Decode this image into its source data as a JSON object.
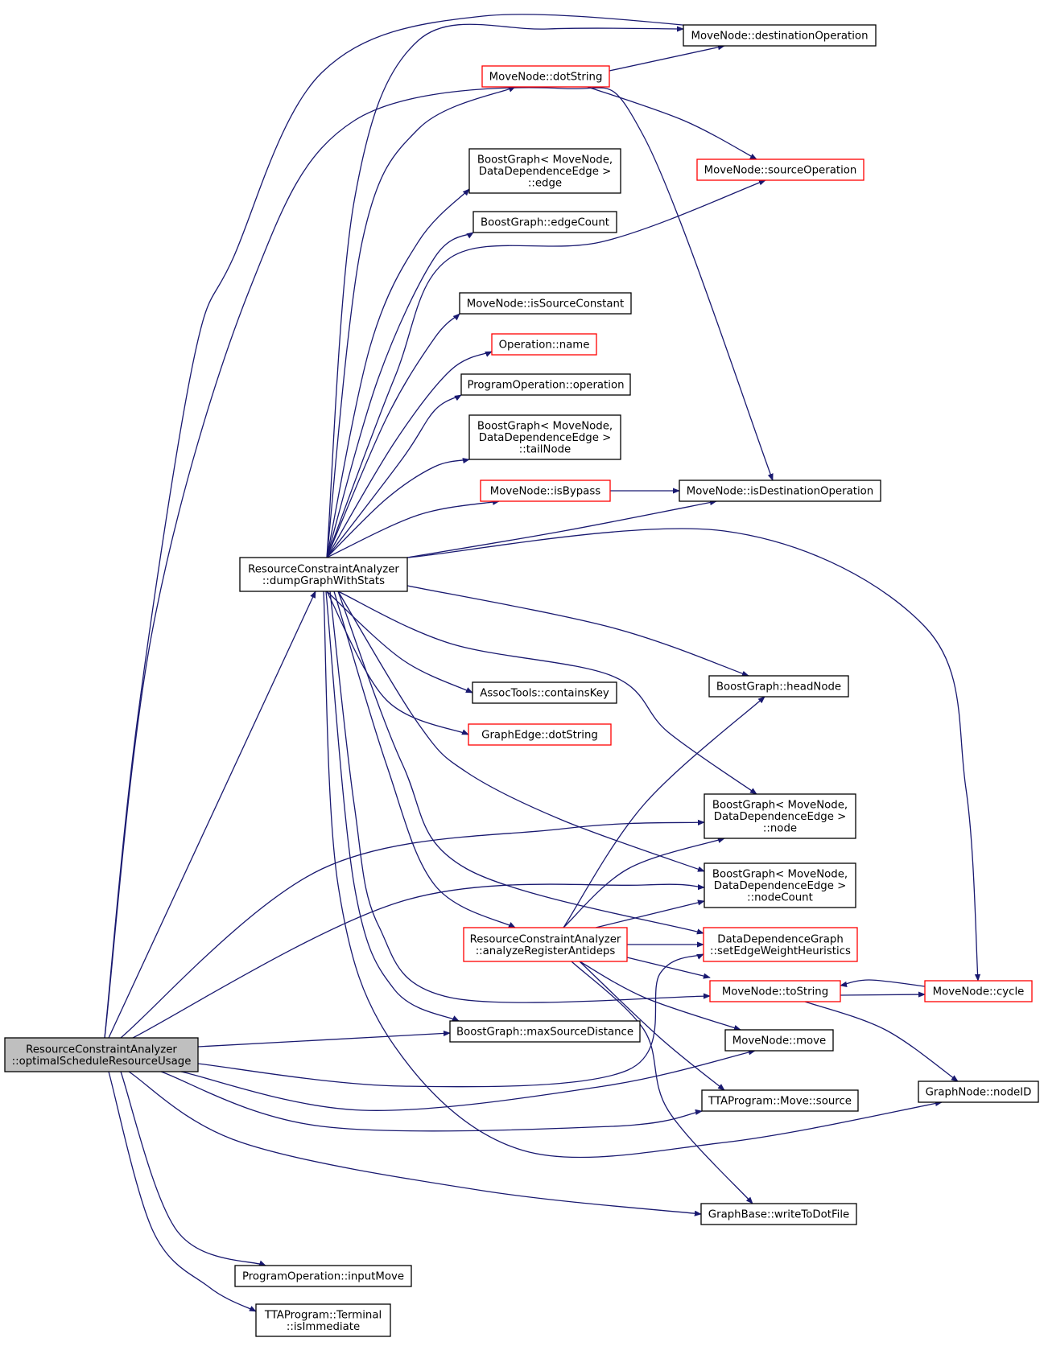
{
  "diagram": {
    "edge_color": "#191970",
    "nodes": [
      {
        "id": "root",
        "label": [
          "ResourceConstraintAnalyzer",
          "::optimalScheduleResourceUsage"
        ],
        "style": "highlighted"
      },
      {
        "id": "dump",
        "label": [
          "ResourceConstraintAnalyzer",
          "::dumpGraphWithStats"
        ],
        "style": "normal"
      },
      {
        "id": "destop",
        "label": [
          "MoveNode::destinationOperation"
        ],
        "style": "normal"
      },
      {
        "id": "dotstr",
        "label": [
          "MoveNode::dotString"
        ],
        "style": "red"
      },
      {
        "id": "srcop",
        "label": [
          "MoveNode::sourceOperation"
        ],
        "style": "red"
      },
      {
        "id": "bgedge",
        "label": [
          "BoostGraph< MoveNode,",
          "DataDependenceEdge >",
          "::edge"
        ],
        "style": "normal"
      },
      {
        "id": "edgecount",
        "label": [
          "BoostGraph::edgeCount"
        ],
        "style": "normal"
      },
      {
        "id": "issrcconst",
        "label": [
          "MoveNode::isSourceConstant"
        ],
        "style": "normal"
      },
      {
        "id": "opname",
        "label": [
          "Operation::name"
        ],
        "style": "red"
      },
      {
        "id": "progop",
        "label": [
          "ProgramOperation::operation"
        ],
        "style": "normal"
      },
      {
        "id": "tailnode",
        "label": [
          "BoostGraph< MoveNode,",
          "DataDependenceEdge >",
          "::tailNode"
        ],
        "style": "normal"
      },
      {
        "id": "isbypass",
        "label": [
          "MoveNode::isBypass"
        ],
        "style": "red"
      },
      {
        "id": "isdestop",
        "label": [
          "MoveNode::isDestinationOperation"
        ],
        "style": "normal"
      },
      {
        "id": "containskey",
        "label": [
          "AssocTools::containsKey"
        ],
        "style": "normal"
      },
      {
        "id": "headnode",
        "label": [
          "BoostGraph::headNode"
        ],
        "style": "normal"
      },
      {
        "id": "gedgedot",
        "label": [
          "GraphEdge::dotString"
        ],
        "style": "red"
      },
      {
        "id": "bgnode",
        "label": [
          "BoostGraph< MoveNode,",
          "DataDependenceEdge >",
          "::node"
        ],
        "style": "normal"
      },
      {
        "id": "bgnodecount",
        "label": [
          "BoostGraph< MoveNode,",
          "DataDependenceEdge >",
          "::nodeCount"
        ],
        "style": "normal"
      },
      {
        "id": "analyze",
        "label": [
          "ResourceConstraintAnalyzer",
          "::analyzeRegisterAntideps"
        ],
        "style": "red"
      },
      {
        "id": "setedge",
        "label": [
          "DataDependenceGraph",
          "::setEdgeWeightHeuristics"
        ],
        "style": "red"
      },
      {
        "id": "tostring",
        "label": [
          "MoveNode::toString"
        ],
        "style": "red"
      },
      {
        "id": "cycle",
        "label": [
          "MoveNode::cycle"
        ],
        "style": "red"
      },
      {
        "id": "maxsrc",
        "label": [
          "BoostGraph::maxSourceDistance"
        ],
        "style": "normal"
      },
      {
        "id": "move",
        "label": [
          "MoveNode::move"
        ],
        "style": "normal"
      },
      {
        "id": "nodeid",
        "label": [
          "GraphNode::nodeID"
        ],
        "style": "normal"
      },
      {
        "id": "ttasource",
        "label": [
          "TTAProgram::Move::source"
        ],
        "style": "normal"
      },
      {
        "id": "writedot",
        "label": [
          "GraphBase::writeToDotFile"
        ],
        "style": "normal"
      },
      {
        "id": "inputmove",
        "label": [
          "ProgramOperation::inputMove"
        ],
        "style": "normal"
      },
      {
        "id": "isimm",
        "label": [
          "TTAProgram::Terminal",
          "::isImmediate"
        ],
        "style": "normal"
      }
    ],
    "edges": [
      [
        "root",
        "destop"
      ],
      [
        "root",
        "isdestop"
      ],
      [
        "root",
        "dump"
      ],
      [
        "root",
        "bgnode"
      ],
      [
        "root",
        "bgnodecount"
      ],
      [
        "root",
        "maxsrc"
      ],
      [
        "root",
        "setedge"
      ],
      [
        "root",
        "move"
      ],
      [
        "root",
        "ttasource"
      ],
      [
        "root",
        "writedot"
      ],
      [
        "root",
        "inputmove"
      ],
      [
        "root",
        "isimm"
      ],
      [
        "dump",
        "destop"
      ],
      [
        "dump",
        "dotstr"
      ],
      [
        "dump",
        "bgedge"
      ],
      [
        "dump",
        "edgecount"
      ],
      [
        "dump",
        "srcop"
      ],
      [
        "dump",
        "issrcconst"
      ],
      [
        "dump",
        "opname"
      ],
      [
        "dump",
        "progop"
      ],
      [
        "dump",
        "tailnode"
      ],
      [
        "dump",
        "isbypass"
      ],
      [
        "dump",
        "isdestop"
      ],
      [
        "dump",
        "cycle"
      ],
      [
        "dump",
        "headnode"
      ],
      [
        "dump",
        "containskey"
      ],
      [
        "dump",
        "gedgedot"
      ],
      [
        "dump",
        "bgnode"
      ],
      [
        "dump",
        "bgnodecount"
      ],
      [
        "dump",
        "setedge"
      ],
      [
        "dump",
        "analyze"
      ],
      [
        "dump",
        "tostring"
      ],
      [
        "dump",
        "maxsrc"
      ],
      [
        "dump",
        "nodeid"
      ],
      [
        "dotstr",
        "destop"
      ],
      [
        "dotstr",
        "srcop"
      ],
      [
        "isbypass",
        "isdestop"
      ],
      [
        "analyze",
        "headnode"
      ],
      [
        "analyze",
        "bgnode"
      ],
      [
        "analyze",
        "bgnodecount"
      ],
      [
        "analyze",
        "setedge"
      ],
      [
        "analyze",
        "tostring"
      ],
      [
        "analyze",
        "move"
      ],
      [
        "analyze",
        "ttasource"
      ],
      [
        "analyze",
        "writedot"
      ],
      [
        "tostring",
        "cycle"
      ],
      [
        "tostring",
        "nodeid"
      ],
      [
        "cycle",
        "tostring"
      ]
    ]
  }
}
